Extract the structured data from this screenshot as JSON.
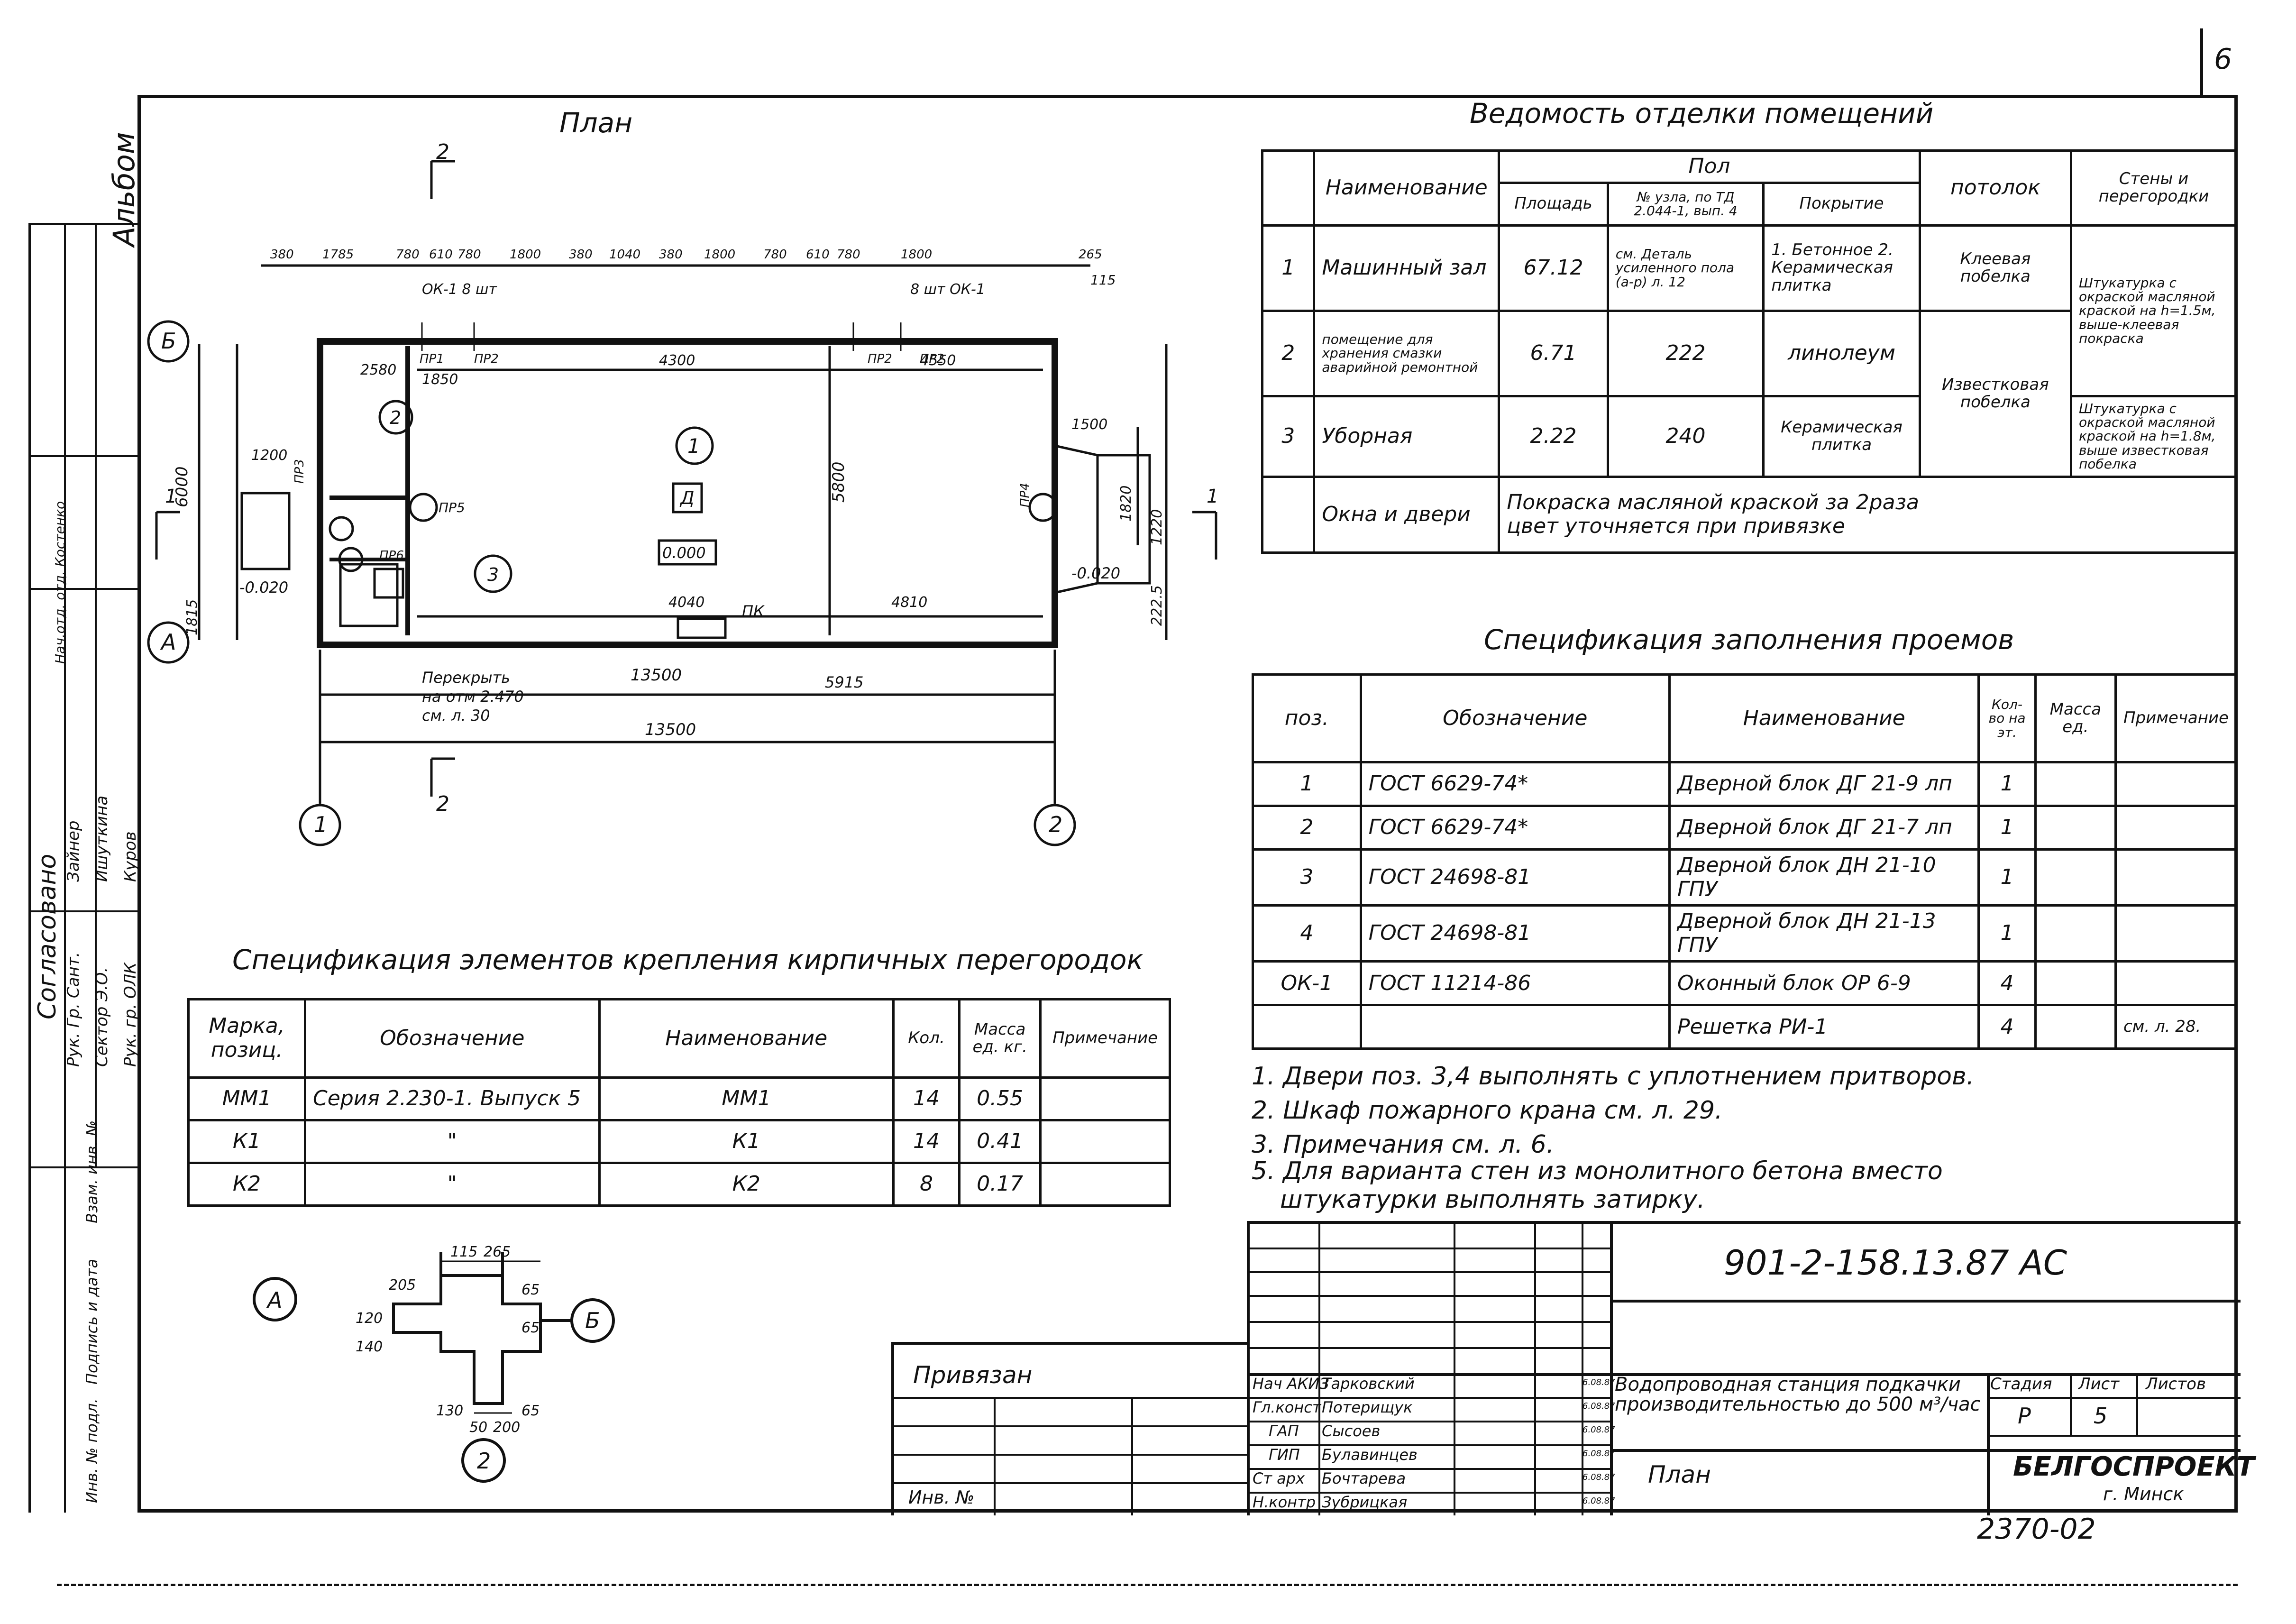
{
  "sheet_no": "6",
  "side_album": "Альбом",
  "plan": {
    "title": "План",
    "section_mark": "2",
    "axis_letters": [
      "Б",
      "А"
    ],
    "axis_numbers": [
      "1",
      "2"
    ],
    "dims_top": [
      "380",
      "1785",
      "780",
      "610",
      "780",
      "1800",
      "380",
      "1040",
      "380",
      "1800",
      "780",
      "610",
      "780",
      "1800",
      "265"
    ],
    "overall_length": "13500",
    "dim_115": "115",
    "label_ok1_left": "ОК-1   8 шт",
    "label_ok1_right": "8 шт  ОК-1",
    "label_pr": [
      "ПР1",
      "ПР2",
      "ПР2",
      "ПР2",
      "ПР3",
      "ПР4",
      "ПР5",
      "ПР6"
    ],
    "room_numbers": [
      "1",
      "2",
      "3"
    ],
    "mark_d": "Д",
    "level_0": "0.000",
    "level_minus": "-0.020",
    "level_minus_right": "-0.020",
    "pk": "ПК",
    "dim_5800": "5800",
    "dim_6000": "6000",
    "dim_5915": "5915",
    "dim_4040": "4040",
    "dim_4810": "4810",
    "dim_4300": "4300",
    "dim_4550": "4550",
    "dim_2580": "2580",
    "dim_1850": "1850",
    "dim_1200": "1200",
    "dim_1500": "1500",
    "dim_1820": "1820",
    "dim_2225": "222.5",
    "dim_1815": "1815",
    "dim_1220": "1220",
    "perekryt": "Перекрыть",
    "perekryt_2": "на отм 2.470",
    "perekryt_3": "см. л. 30",
    "marker_a": "А",
    "marker_b": "Б",
    "marker_1": "1"
  },
  "finish_table": {
    "title": "Ведомость отделки помещений",
    "header": {
      "name": "Наименование",
      "floor": "Пол",
      "area": "Площадь",
      "node": "№ узла, по ТД 2.044-1, вып. 4",
      "cover": "Покрытие",
      "ceiling": "потолок",
      "walls": "Стены и перегородки"
    },
    "rows": [
      {
        "n": "1",
        "name": "Машинный зал",
        "area": "67.12",
        "node": "см. Деталь усиленного пола (а-р) л. 12",
        "cover": "1. Бетонное 2. Керамическая плитка",
        "ceiling": "Клеевая побелка",
        "walls": "Штукатурка с окраской масляной краской на h=1.5м, выше-клеевая покраска"
      },
      {
        "n": "2",
        "name": "помещение для хранения смазки аварийной ремонтной",
        "area": "6.71",
        "node": "222",
        "cover": "линолеум",
        "ceiling": "Известковая побелка",
        "walls": ""
      },
      {
        "n": "3",
        "name": "Уборная",
        "area": "2.22",
        "node": "240",
        "cover": "Керамическая плитка",
        "ceiling": "",
        "walls": "Штукатурка с окраской масляной краской на h=1.8м, выше известковая побелка"
      }
    ],
    "windows_label": "Окна и двери",
    "windows_text_1": "Покраска масляной   краской   за 2раза",
    "windows_text_2": "цвет   уточняется   при привязке"
  },
  "openings_table": {
    "title": "Спецификация заполнения проемов",
    "header": {
      "pos": "поз.",
      "designation": "Обозначение",
      "name": "Наименование",
      "qty": "Кол-во на эт.",
      "mass": "Масса ед.",
      "note": "Примечание"
    },
    "rows": [
      {
        "pos": "1",
        "designation": "ГОСТ  6629-74*",
        "name": "Дверной блок ДГ 21-9 лп",
        "qty": "1",
        "mass": "",
        "note": ""
      },
      {
        "pos": "2",
        "designation": "ГОСТ  6629-74*",
        "name": "Дверной блок ДГ 21-7 лп",
        "qty": "1",
        "mass": "",
        "note": ""
      },
      {
        "pos": "3",
        "designation": "ГОСТ  24698-81",
        "name": "Дверной блок ДН 21-10 ГПУ",
        "qty": "1",
        "mass": "",
        "note": ""
      },
      {
        "pos": "4",
        "designation": "ГОСТ  24698-81",
        "name": "Дверной блок ДН 21-13 ГПУ",
        "qty": "1",
        "mass": "",
        "note": ""
      },
      {
        "pos": "ОК-1",
        "designation": "ГОСТ  11214-86",
        "name": "Оконный блок ОР 6-9",
        "qty": "4",
        "mass": "",
        "note": ""
      },
      {
        "pos": "",
        "designation": "",
        "name": "Решетка РИ-1",
        "qty": "4",
        "mass": "",
        "note": "см. л. 28."
      }
    ]
  },
  "notes": [
    "1. Двери  поз. 3,4  выполнять  с  уплотнением  притворов.",
    "2. Шкаф  пожарного  крана  см. л. 29.",
    "3. Примечания  см.  л. 6.",
    "5. Для варианта  стен из монолитного  бетона  вместо",
    "штукатурки  выполнять  затирку."
  ],
  "partition_table": {
    "title": "Спецификация элементов крепления кирпичных перегородок",
    "header": {
      "mark": "Марка, позиц.",
      "designation": "Обозначение",
      "name": "Наименование",
      "qty": "Кол.",
      "mass": "Масса ед. кг.",
      "note": "Примечание"
    },
    "rows": [
      {
        "mark": "ММ1",
        "designation": "Серия 2.230-1. Выпуск 5",
        "name": "ММ1",
        "qty": "14",
        "mass": "0.55",
        "note": ""
      },
      {
        "mark": "К1",
        "designation": "\"",
        "name": "К1",
        "qty": "14",
        "mass": "0.41",
        "note": ""
      },
      {
        "mark": "К2",
        "designation": "\"",
        "name": "К2",
        "qty": "8",
        "mass": "0.17",
        "note": ""
      }
    ]
  },
  "node_detail": {
    "label_a": "А",
    "label_b": "Б",
    "label_2": "2",
    "dims": [
      "115",
      "265",
      "65",
      "65",
      "205",
      "130",
      "50",
      "200",
      "140",
      "120",
      "65"
    ]
  },
  "stamp": {
    "code": "901-2-158.13.87   АС",
    "project_name": "Водопроводная станция подкачки производительностью до 500 м³/час",
    "sheet_name": "План",
    "stage_h": "Стадия",
    "sheet_h": "Лист",
    "sheets_h": "Листов",
    "stage": "Р",
    "sheet": "5",
    "org": "БЕЛГОСПРОЕКТ",
    "city": "г. Минск",
    "privyazan": "Привязан",
    "inv": "Инв. №",
    "people": [
      {
        "role": "Нач АКИЗ",
        "name": "Тарковский",
        "date": "6.08.87"
      },
      {
        "role": "Гл.конст",
        "name": "Потерищук",
        "date": "6.08.87"
      },
      {
        "role": "ГАП",
        "name": "Сысоев",
        "date": "6.08.87"
      },
      {
        "role": "ГИП",
        "name": "Булавинцев",
        "date": "6.08.87"
      },
      {
        "role": "Ст арх",
        "name": "Бочтарева",
        "date": "6.08.87"
      },
      {
        "role": "Н.контр",
        "name": "Зубрицкая",
        "date": "6.08.87"
      }
    ],
    "drawing_no": "2370-02"
  },
  "side_stamp": {
    "soglasovano": "Согласовано",
    "roles": [
      "Рук. Гр. Сант.",
      "Рук. гр. ОЛК",
      "Сектор Э.О."
    ],
    "names": [
      "Зайнер",
      "Ишуткина",
      "Куров"
    ],
    "vert_1": "Инв. № подл.",
    "vert_2": "Подпись и дата",
    "vert_3": "Взам. инв. №",
    "vert_4": "Нач.отд. отд. Костенко"
  }
}
